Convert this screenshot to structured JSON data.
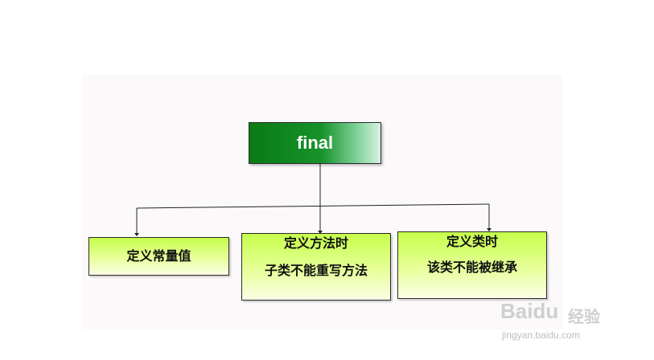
{
  "diagram": {
    "root": {
      "label": "final"
    },
    "children": [
      {
        "lines": [
          "定义常量值"
        ]
      },
      {
        "lines": [
          "定义方法时",
          "子类不能重写方法"
        ]
      },
      {
        "lines": [
          "定义类时",
          "该类不能被继承"
        ]
      }
    ]
  },
  "watermark": {
    "logo": "Baidu",
    "word": "经验",
    "url": "jingyan.baidu.com"
  },
  "colors": {
    "root_fill": "#0f8a1f",
    "child_fill_top": "#c6ff4a",
    "child_fill_bottom": "#fbffe6",
    "canvas": "#fcf9fb",
    "connector": "#222222"
  }
}
